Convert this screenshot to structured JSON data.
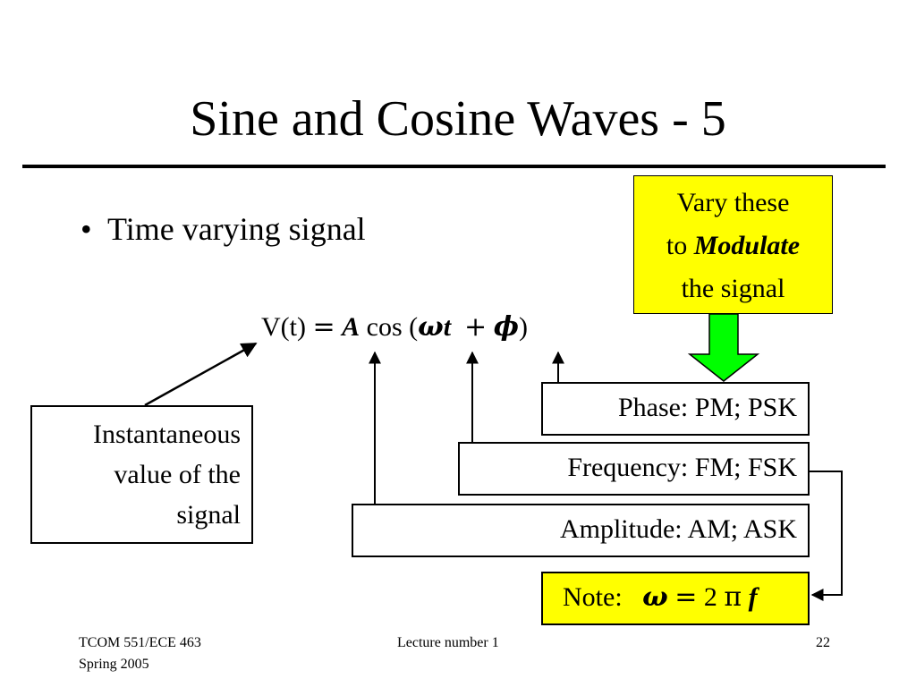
{
  "slide": {
    "title": "Sine and Cosine Waves - 5",
    "bullet": {
      "marker": "•",
      "text": "Time varying signal"
    },
    "equation": {
      "lhs": "V(t)",
      "eq": "=",
      "amp": "A",
      "cos": "cos (",
      "omega": "ω",
      "t": "t",
      "plus": "+",
      "phi": "ϕ",
      "close": ")"
    },
    "boxes": {
      "phase": "Phase: PM; PSK",
      "frequency": "Frequency: FM; FSK",
      "amplitude": "Amplitude: AM; ASK",
      "note": {
        "label": "Note:",
        "omega": "ω",
        "eq": "=",
        "two": "2",
        "pi": "π",
        "f": "f"
      }
    },
    "vary": {
      "line1": "Vary these",
      "line2_pre": "to",
      "line2_em": "Modulate",
      "line3": "the signal"
    },
    "instantaneous": {
      "line1": "Instantaneous",
      "line2": "value of the",
      "line3": "signal"
    },
    "footer": {
      "course": "TCOM 551/ECE 463",
      "term": "Spring 2005",
      "lecture": "Lecture number 1",
      "page": "22"
    },
    "colors": {
      "highlight": "#ffff00",
      "arrow_fill": "#00ff00",
      "text": "#000000",
      "background": "#ffffff"
    }
  }
}
